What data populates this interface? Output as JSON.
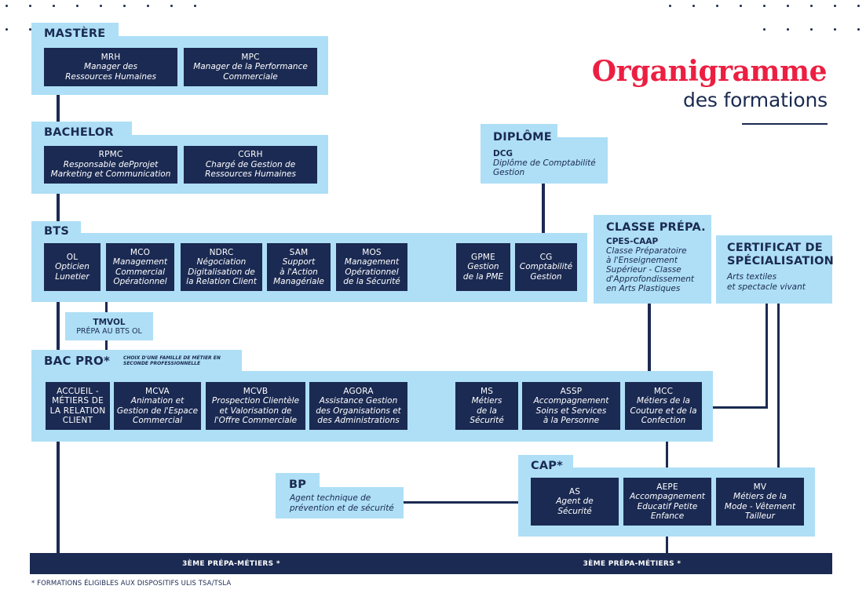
{
  "title": {
    "main": "Organigramme",
    "sub": "des formations"
  },
  "colors": {
    "navy": "#1b2a52",
    "light_blue": "#aedff6",
    "accent_red": "#ec1f42"
  },
  "master": {
    "heading": "MASTÈRE",
    "items": [
      {
        "code": "MRH",
        "desc_1": "Manager des",
        "desc_2": "Ressources Humaines"
      },
      {
        "code": "MPC",
        "desc_1": "Manager de la Performance",
        "desc_2": "Commerciale"
      }
    ]
  },
  "bachelor": {
    "heading": "BACHELOR",
    "items": [
      {
        "code": "RPMC",
        "desc_1": "Responsable dePprojet",
        "desc_2": "Marketing et Communication"
      },
      {
        "code": "CGRH",
        "desc_1": "Chargé de Gestion de",
        "desc_2": "Ressources Humaines"
      }
    ]
  },
  "diplome": {
    "heading": "DIPLÔME",
    "code": "DCG",
    "desc_1": "Diplôme de Comptabilité",
    "desc_2": "Gestion"
  },
  "bts": {
    "heading": "BTS",
    "items": [
      {
        "code": "OL",
        "desc": [
          "Opticien",
          "Lunetier"
        ]
      },
      {
        "code": "MCO",
        "desc": [
          "Management",
          "Commercial",
          "Opérationnel"
        ]
      },
      {
        "code": "NDRC",
        "desc": [
          "Négociation",
          "Digitalisation de",
          "la Relation Client"
        ]
      },
      {
        "code": "SAM",
        "desc": [
          "Support",
          "à l'Action",
          "Managériale"
        ]
      },
      {
        "code": "MOS",
        "desc": [
          "Management",
          "Opérationnel",
          "de la Sécurité"
        ]
      },
      {
        "code": "GPME",
        "desc": [
          "Gestion",
          "de la PME"
        ]
      },
      {
        "code": "CG",
        "desc": [
          "Comptabilité",
          "Gestion"
        ]
      }
    ]
  },
  "classe_prepa": {
    "heading": "CLASSE PRÉPA.",
    "code": "CPES-CAAP",
    "desc": [
      "Classe Préparatoire",
      "à l'Enseignement",
      "Supérieur - Classe",
      "d'Approfondissement",
      "en Arts Plastiques"
    ]
  },
  "certificat": {
    "heading_1": "CERTIFICAT DE",
    "heading_2": "SPÉCIALISATION",
    "desc": [
      "Arts textiles",
      "et spectacle vivant"
    ]
  },
  "tmvol": {
    "code": "TMVOL",
    "desc": "PRÉPA AU BTS OL"
  },
  "bac_pro": {
    "heading": "BAC PRO*",
    "note_1": "CHOIX D'UNE FAMILLE DE MÉTIER EN",
    "note_2": "SECONDE PROFESSIONNELLE",
    "items": [
      {
        "code": "",
        "upper": [
          "ACCUEIL -",
          "MÉTIERS DE",
          "LA RELATION",
          "CLIENT"
        ],
        "desc": []
      },
      {
        "code": "MCVA",
        "desc": [
          "Animation et",
          "Gestion de l'Espace",
          "Commercial"
        ]
      },
      {
        "code": "MCVB",
        "desc": [
          "Prospection Clientèle",
          "et Valorisation de",
          "l'Offre Commerciale"
        ]
      },
      {
        "code": "AGORA",
        "desc": [
          "Assistance Gestion",
          "des Organisations et",
          "des Administrations"
        ]
      },
      {
        "code": "MS",
        "desc": [
          "Métiers",
          "de la",
          "Sécurité"
        ]
      },
      {
        "code": "ASSP",
        "desc": [
          "Accompagnement",
          "Soins et Services",
          "à la Personne"
        ]
      },
      {
        "code": "MCC",
        "desc": [
          "Métiers de la",
          "Couture et de la",
          "Confection"
        ]
      }
    ]
  },
  "bp": {
    "heading": "BP",
    "desc_1": "Agent technique de",
    "desc_2": "prévention et de sécurité"
  },
  "cap": {
    "heading": "CAP*",
    "items": [
      {
        "code": "AS",
        "desc": [
          "Agent de",
          "Sécurité"
        ]
      },
      {
        "code": "AEPE",
        "desc": [
          "Accompagnement",
          "Educatif Petite",
          "Enfance"
        ]
      },
      {
        "code": "MV",
        "desc": [
          "Métiers de la",
          "Mode - Vêtement",
          "Tailleur"
        ]
      }
    ]
  },
  "bottom_bar": {
    "left_label": "3ÈME PRÉPA-MÉTIERS *",
    "right_label": "3ÈME PRÉPA-MÉTIERS *"
  },
  "footnote": "* FORMATIONS ÉLIGIBLES AUX DISPOSITIFS ULIS TSA/TSLA"
}
